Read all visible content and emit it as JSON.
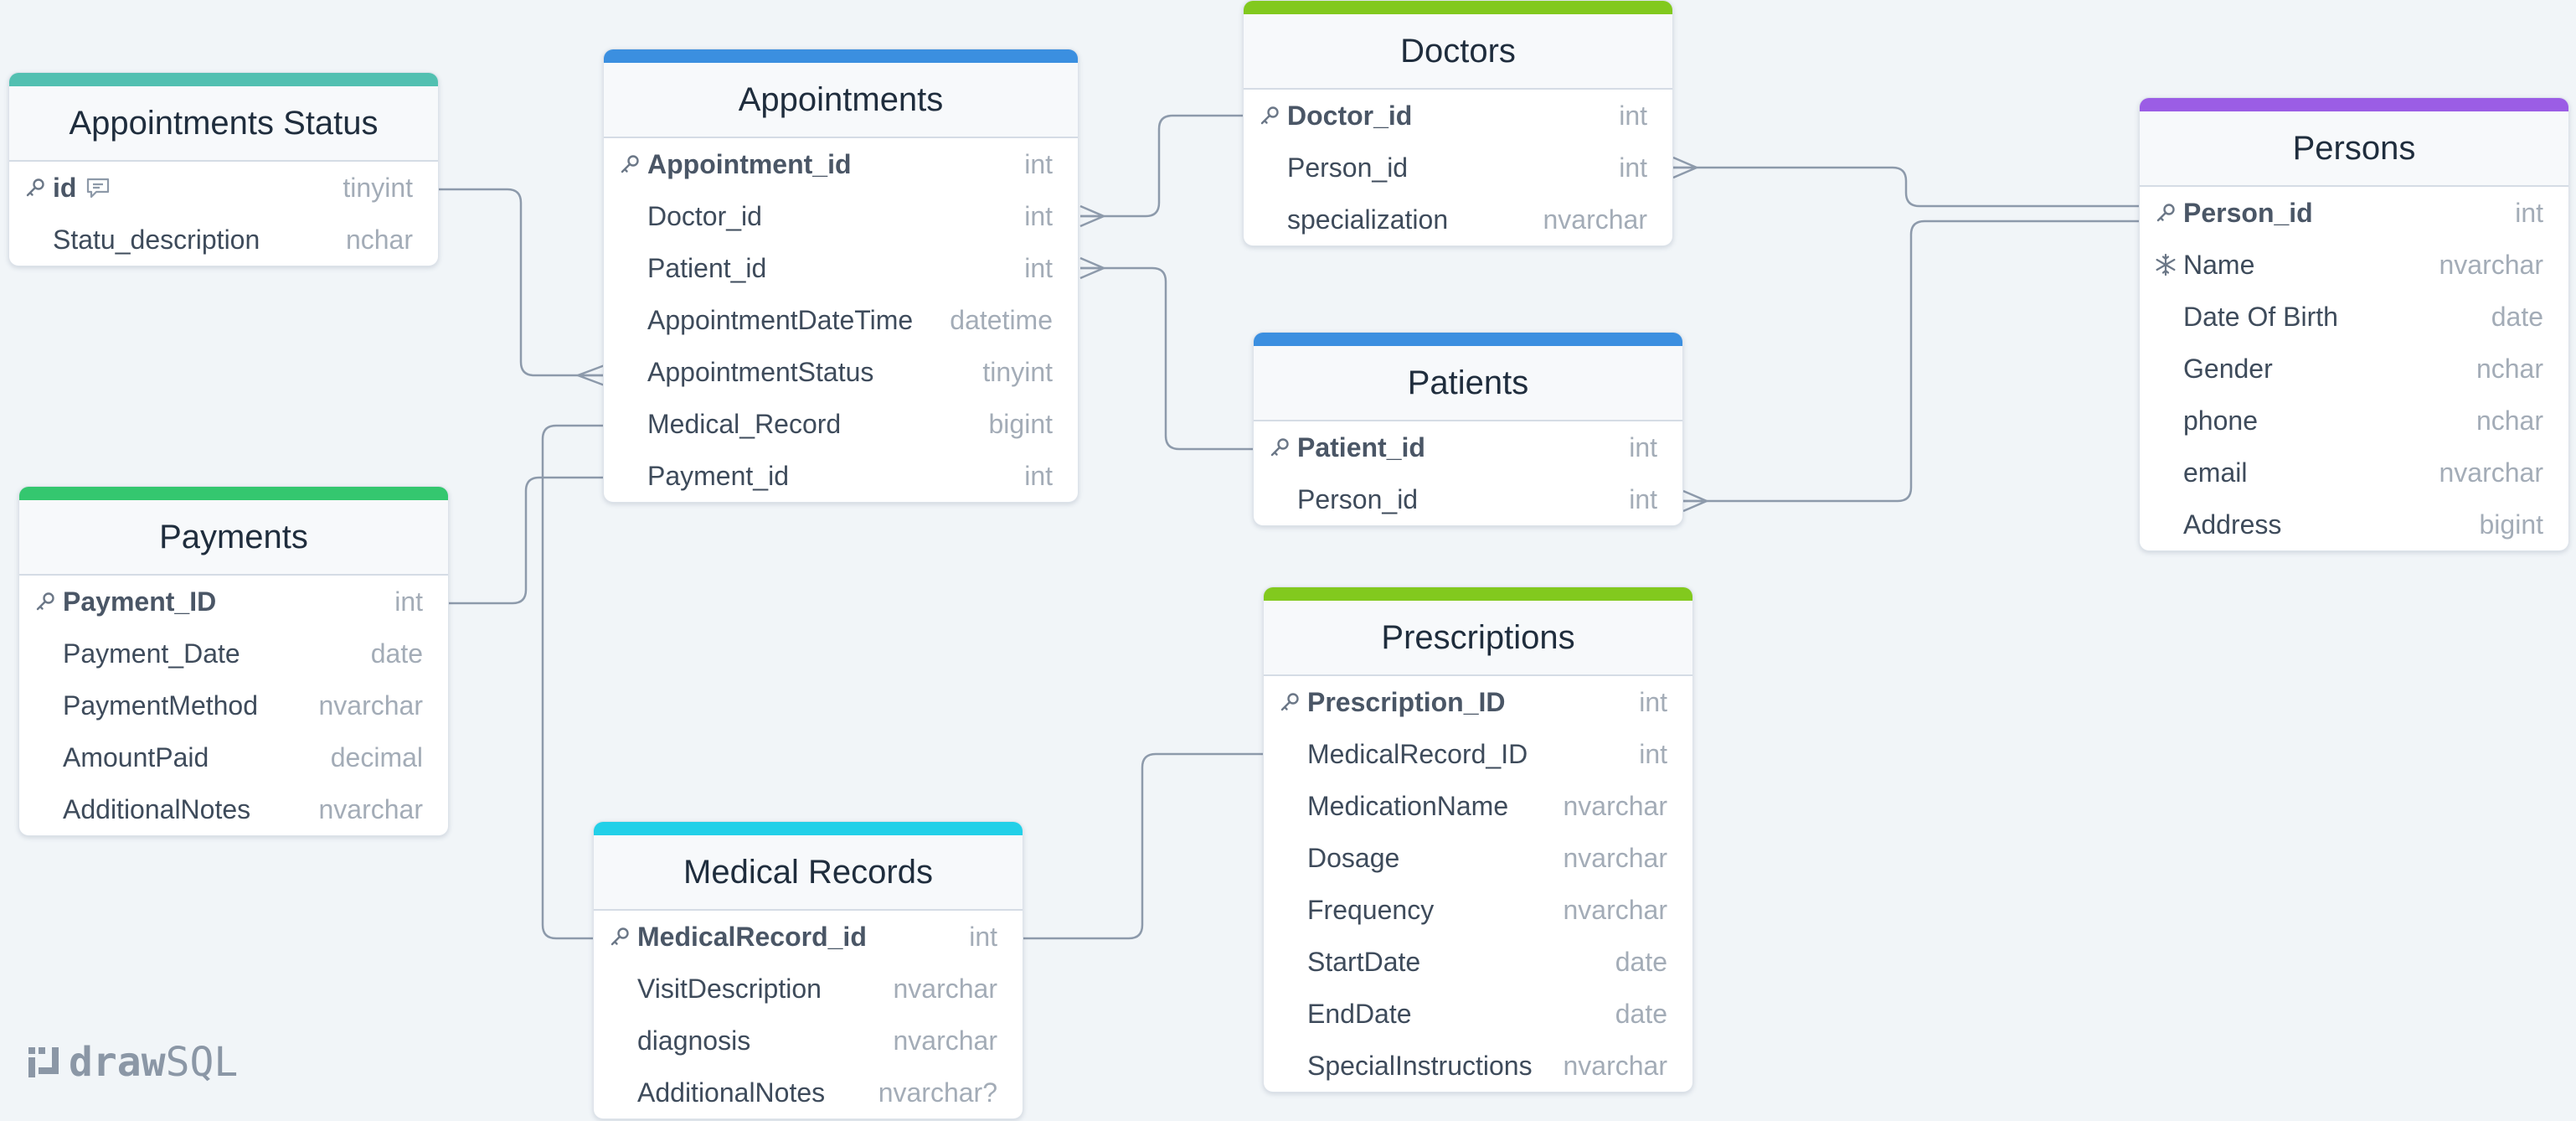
{
  "app": {
    "logo_bold": "draw",
    "logo_light": "SQL"
  },
  "colors": {
    "teal": "#52c0b1",
    "blue": "#3b8fe0",
    "lime": "#82c91e",
    "purple": "#9b5de5",
    "green": "#34c76f",
    "cyan": "#22d0e8",
    "line": "#8d9aab"
  },
  "tables": {
    "appointments_status": {
      "title": "Appointments Status",
      "columns": [
        {
          "name": "id",
          "type": "tinyint",
          "pk": true,
          "icon": "key-icon",
          "note": "comment-icon"
        },
        {
          "name": "Statu_description",
          "type": "nchar"
        }
      ]
    },
    "appointments": {
      "title": "Appointments",
      "columns": [
        {
          "name": "Appointment_id",
          "type": "int",
          "pk": true,
          "icon": "key-icon"
        },
        {
          "name": "Doctor_id",
          "type": "int"
        },
        {
          "name": "Patient_id",
          "type": "int"
        },
        {
          "name": "AppointmentDateTime",
          "type": "datetime"
        },
        {
          "name": "AppointmentStatus",
          "type": "tinyint"
        },
        {
          "name": "Medical_Record",
          "type": "bigint"
        },
        {
          "name": "Payment_id",
          "type": "int"
        }
      ]
    },
    "doctors": {
      "title": "Doctors",
      "columns": [
        {
          "name": "Doctor_id",
          "type": "int",
          "pk": true,
          "icon": "key-icon"
        },
        {
          "name": "Person_id",
          "type": "int"
        },
        {
          "name": "specialization",
          "type": "nvarchar"
        }
      ]
    },
    "persons": {
      "title": "Persons",
      "columns": [
        {
          "name": "Person_id",
          "type": "int",
          "pk": true,
          "icon": "key-icon"
        },
        {
          "name": "Name",
          "type": "nvarchar",
          "icon": "snowflake-icon"
        },
        {
          "name": "Date Of Birth",
          "type": "date"
        },
        {
          "name": "Gender",
          "type": "nchar"
        },
        {
          "name": "phone",
          "type": "nchar"
        },
        {
          "name": "email",
          "type": "nvarchar"
        },
        {
          "name": "Address",
          "type": "bigint"
        }
      ]
    },
    "patients": {
      "title": "Patients",
      "columns": [
        {
          "name": "Patient_id",
          "type": "int",
          "pk": true,
          "icon": "key-icon"
        },
        {
          "name": "Person_id",
          "type": "int"
        }
      ]
    },
    "payments": {
      "title": "Payments",
      "columns": [
        {
          "name": "Payment_ID",
          "type": "int",
          "pk": true,
          "icon": "key-icon"
        },
        {
          "name": "Payment_Date",
          "type": "date"
        },
        {
          "name": "PaymentMethod",
          "type": "nvarchar"
        },
        {
          "name": "AmountPaid",
          "type": "decimal"
        },
        {
          "name": "AdditionalNotes",
          "type": "nvarchar"
        }
      ]
    },
    "prescriptions": {
      "title": "Prescriptions",
      "columns": [
        {
          "name": "Prescription_ID",
          "type": "int",
          "pk": true,
          "icon": "key-icon"
        },
        {
          "name": "MedicalRecord_ID",
          "type": "int"
        },
        {
          "name": "MedicationName",
          "type": "nvarchar"
        },
        {
          "name": "Dosage",
          "type": "nvarchar"
        },
        {
          "name": "Frequency",
          "type": "nvarchar"
        },
        {
          "name": "StartDate",
          "type": "date"
        },
        {
          "name": "EndDate",
          "type": "date"
        },
        {
          "name": "SpecialInstructions",
          "type": "nvarchar"
        }
      ]
    },
    "medical_records": {
      "title": "Medical Records",
      "columns": [
        {
          "name": "MedicalRecord_id",
          "type": "int",
          "pk": true,
          "icon": "key-icon"
        },
        {
          "name": "VisitDescription",
          "type": "nvarchar"
        },
        {
          "name": "diagnosis",
          "type": "nvarchar"
        },
        {
          "name": "AdditionalNotes",
          "type": "nvarchar?"
        }
      ]
    }
  }
}
